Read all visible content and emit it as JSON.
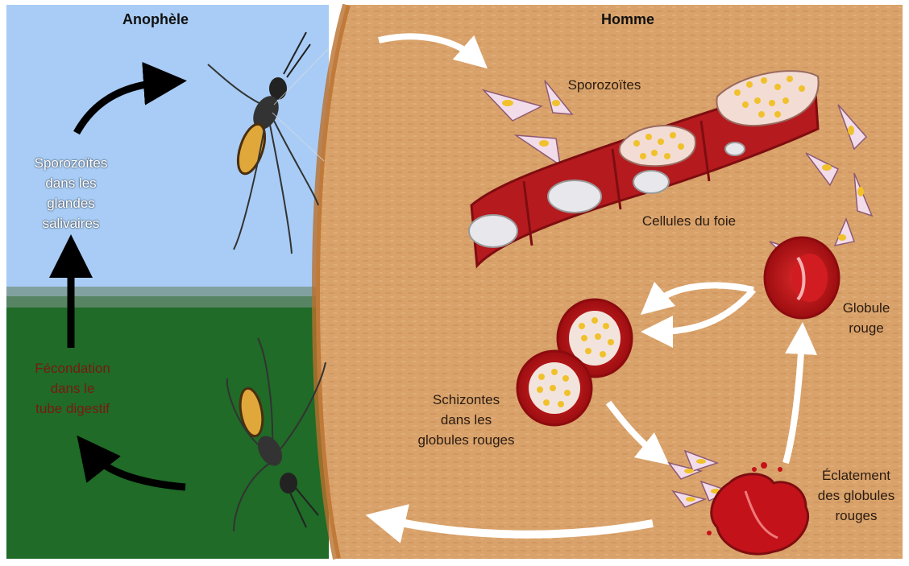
{
  "headers": {
    "left": "Anophèle",
    "right": "Homme"
  },
  "labels": {
    "sporozoites_salivary": "Sporozoïtes\ndans les\nglandes\nsalivaires",
    "fecondation": "Fécondation\ndans le\ntube digestif",
    "sporozoites": "Sporozoïtes",
    "liver_cells": "Cellules du foie",
    "red_cell": "Globule\nrouge",
    "schizontes": "Schizontes\ndans les\nglobules rouges",
    "burst": "Éclatement\ndes globules\nrouges"
  },
  "colors": {
    "sky": "#a9cdf6",
    "grass": "#1f6b27",
    "skin": "#d8a169",
    "blood_red": "#c4121a",
    "parasite_yellow": "#f3c22f",
    "arrow_black": "#000000",
    "arrow_white": "#ffffff"
  }
}
